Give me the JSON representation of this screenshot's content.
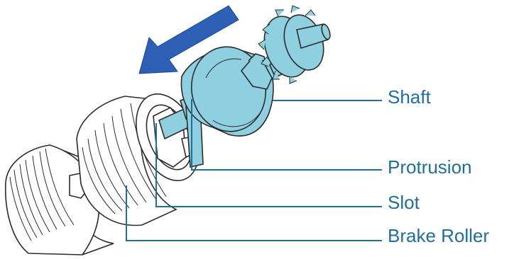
{
  "labels": {
    "shaft": "Shaft",
    "protrusion": "Protrusion",
    "slot": "Slot",
    "brake_roller": "Brake Roller"
  },
  "colors": {
    "arrow": "#2d5fb5",
    "callout": "#1f6f99",
    "part_fill": "#8fd0e0",
    "outline": "#2b2b2b"
  },
  "icons": {
    "direction": "left-down-arrow-icon"
  }
}
